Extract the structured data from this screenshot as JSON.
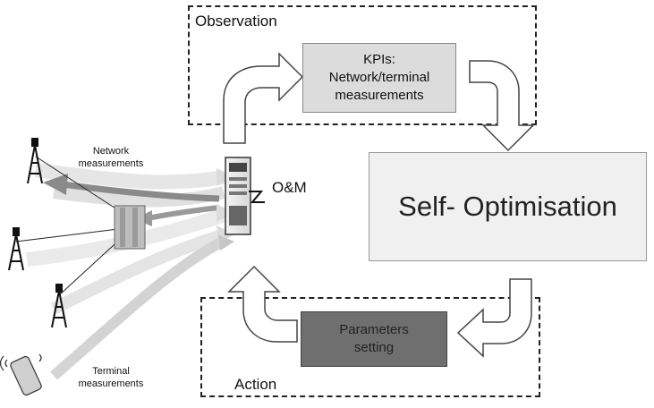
{
  "observation": {
    "title": "Observation"
  },
  "kpi": {
    "text": "KPIs:\nNetwork/terminal\nmeasurements"
  },
  "self_optimisation": {
    "text": "Self- Optimisation"
  },
  "action": {
    "title": "Action"
  },
  "parameters": {
    "text": "Parameters\nsetting"
  },
  "om": {
    "label": "O&M"
  },
  "network_measurements": {
    "text": "Network\nmeasurements"
  },
  "terminal_measurements": {
    "text": "Terminal\nmeasurements"
  },
  "colors": {
    "kpi_fill": "#dcdcdc",
    "selfopt_fill": "#f0f0f0",
    "params_fill": "#6f6f6f",
    "arrow_light": "#e6e6e6",
    "arrow_dark": "#8a8a8a"
  }
}
